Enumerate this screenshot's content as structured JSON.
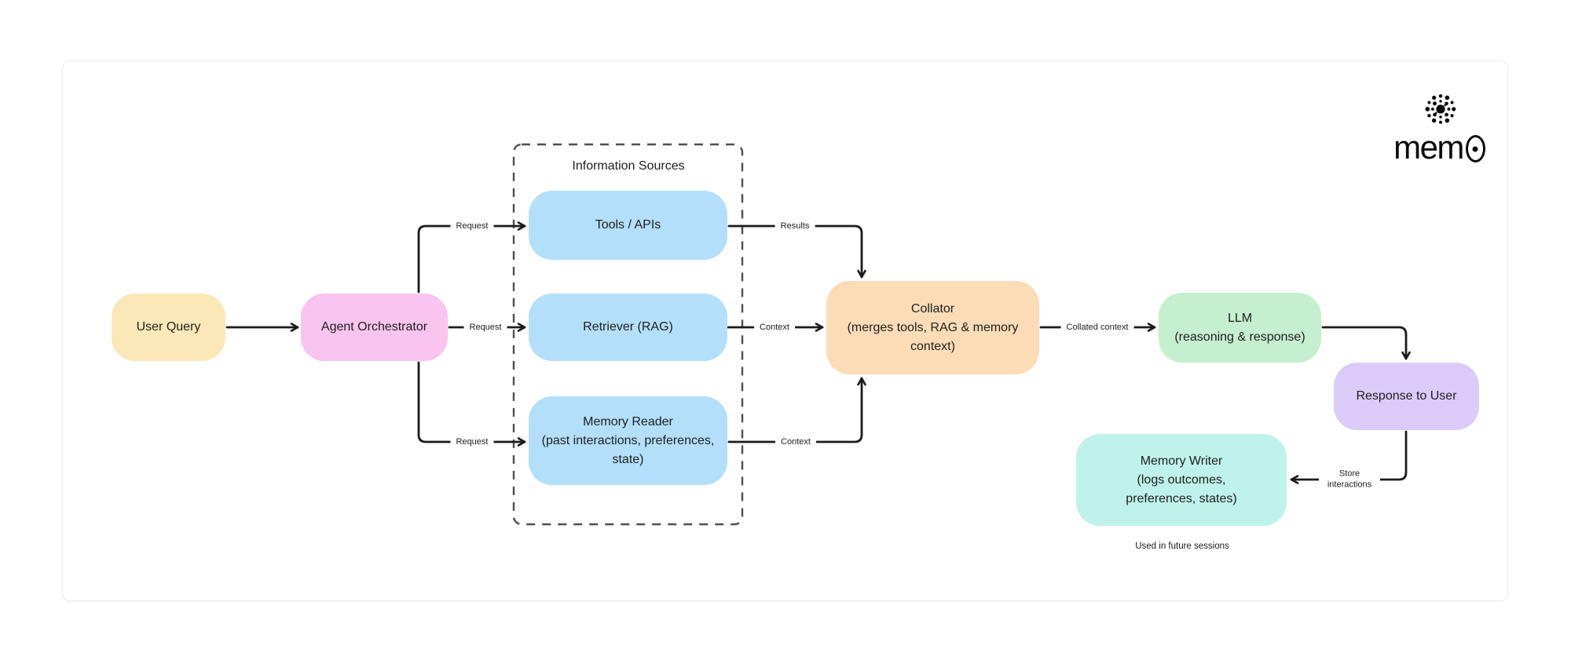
{
  "logo": {
    "brand": "mem0",
    "text_prefix": "mem"
  },
  "group": {
    "title": "Information Sources"
  },
  "nodes": {
    "user_query": {
      "label": "User Query",
      "color": "#fbe8b8"
    },
    "agent_orchestrator": {
      "label": "Agent Orchestrator",
      "color": "#f9c4ef"
    },
    "tools_apis": {
      "label": "Tools / APIs",
      "color": "#b3dffa"
    },
    "retriever": {
      "label": "Retriever (RAG)",
      "color": "#b3dffa"
    },
    "memory_reader": {
      "title": "Memory Reader",
      "subtitle": "(past interactions, preferences, state)",
      "color": "#b3dffa"
    },
    "collator": {
      "title": "Collator",
      "subtitle": "(merges tools, RAG & memory context)",
      "color": "#fbdcb7"
    },
    "llm": {
      "title": "LLM",
      "subtitle": "(reasoning & response)",
      "color": "#c5efcf"
    },
    "response_to_user": {
      "label": "Response to User",
      "color": "#dbcbf9"
    },
    "memory_writer": {
      "title": "Memory Writer",
      "subtitle": "(logs outcomes, preferences, states)",
      "color": "#bff2eb"
    }
  },
  "edge_labels": {
    "request_tools": "Request",
    "request_retriever": "Request",
    "request_memory": "Request",
    "results": "Results",
    "context_retriever": "Context",
    "context_memory": "Context",
    "collated_context": "Collated context",
    "store_interactions": "Store interactions",
    "future_note": "Used in future sessions"
  },
  "colors": {
    "edge_stroke": "#1b1b1b",
    "dashed_box_stroke": "#4f4f4f",
    "card_border": "#ececec"
  }
}
